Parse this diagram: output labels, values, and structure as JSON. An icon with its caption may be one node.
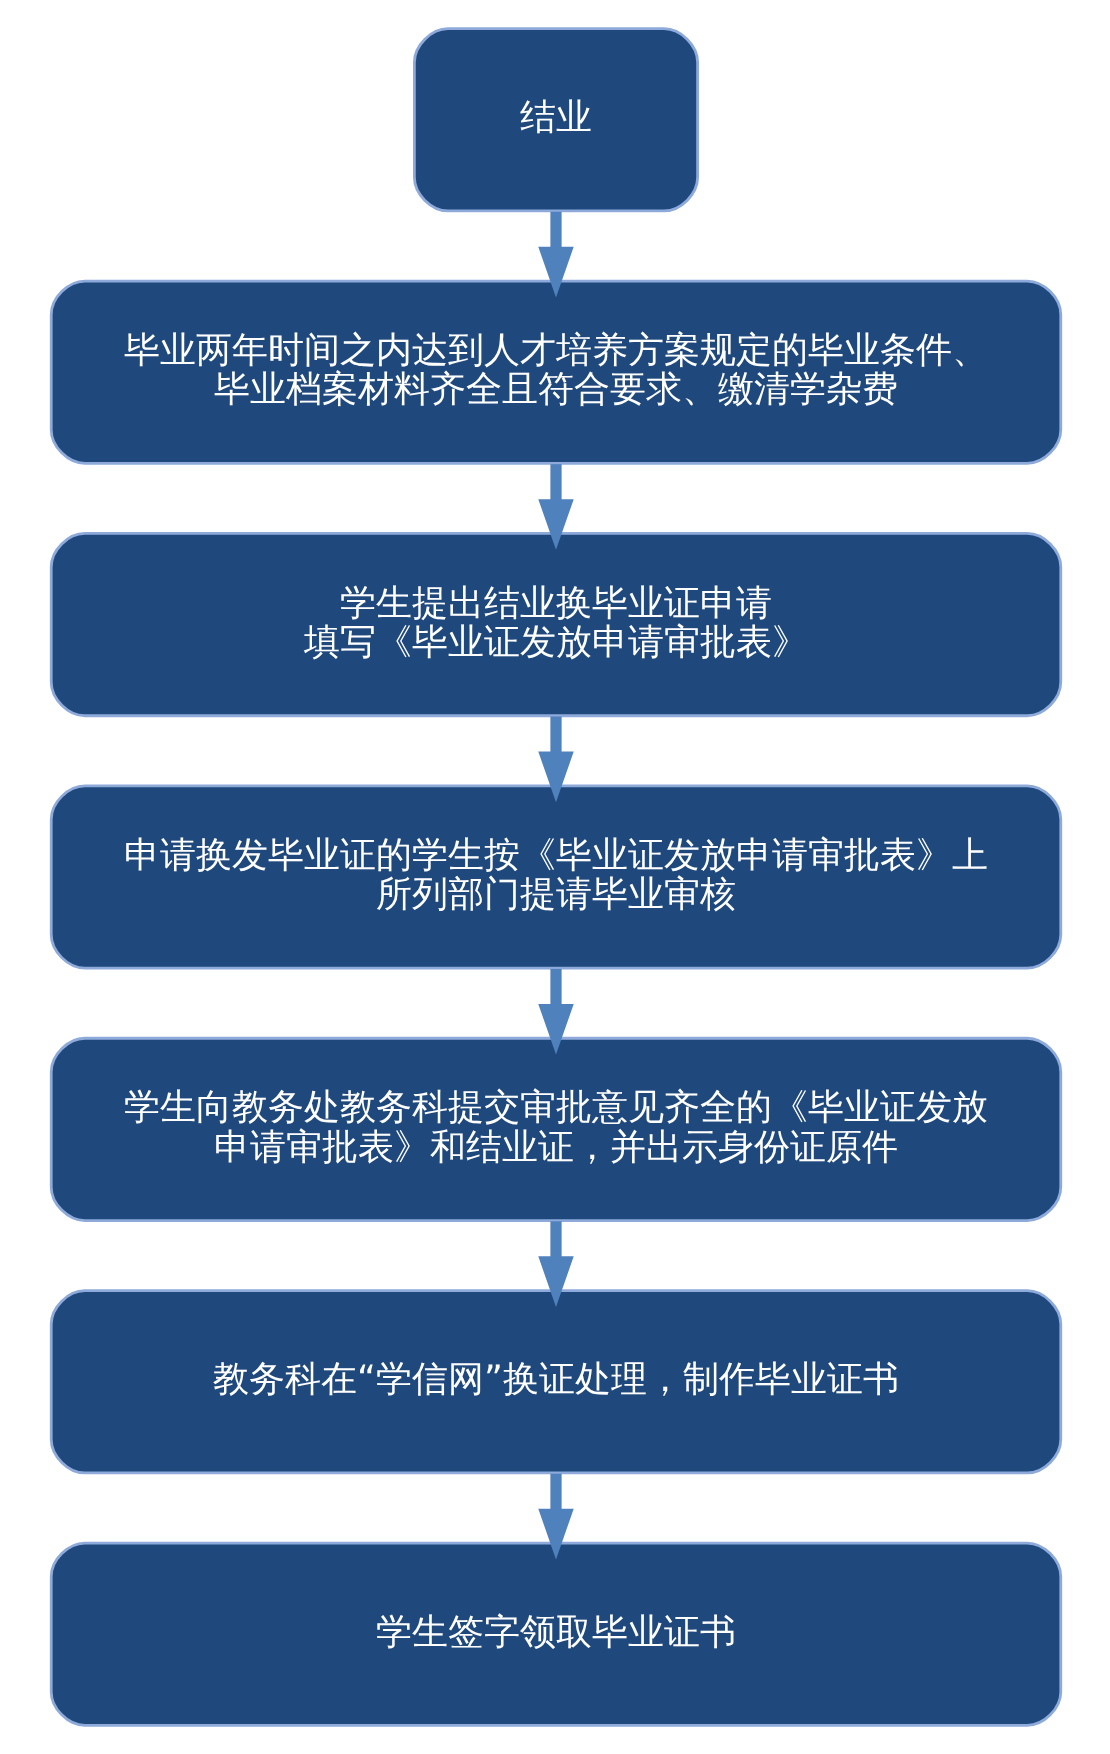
{
  "diagram": {
    "nodes": [
      {
        "text": [
          "结业"
        ]
      },
      {
        "text": [
          "毕业两年时间之内达到人才培养方案规定的毕业条件、毕业档案材料齐全且符合要求、缴清学杂费"
        ]
      },
      {
        "text": [
          "学生提出结业换毕业证申请",
          "填写《毕业证发放申请审批表》"
        ]
      },
      {
        "text": [
          "申请换发毕业证的学生按《毕业证发放申请审批表》上所列部门提请毕业审核"
        ]
      },
      {
        "text": [
          "学生向教务处教务科提交审批意见齐全的《毕业证发放申请审批表》和结业证，并出示身份证原件"
        ]
      },
      {
        "text": [
          "教务科在“学信网”换证处理，制作毕业证书"
        ]
      },
      {
        "text": [
          "学生签字领取毕业证书"
        ]
      }
    ],
    "edges": [
      {
        "from": 0,
        "to": 1,
        "arrow": "to"
      },
      {
        "from": 1,
        "to": 2,
        "arrow": "to"
      },
      {
        "from": 2,
        "to": 3,
        "arrow": "to"
      },
      {
        "from": 3,
        "to": 4,
        "arrow": "to"
      },
      {
        "from": 4,
        "to": 5,
        "arrow": "to"
      },
      {
        "from": 5,
        "to": 6,
        "arrow": "to"
      }
    ]
  }
}
